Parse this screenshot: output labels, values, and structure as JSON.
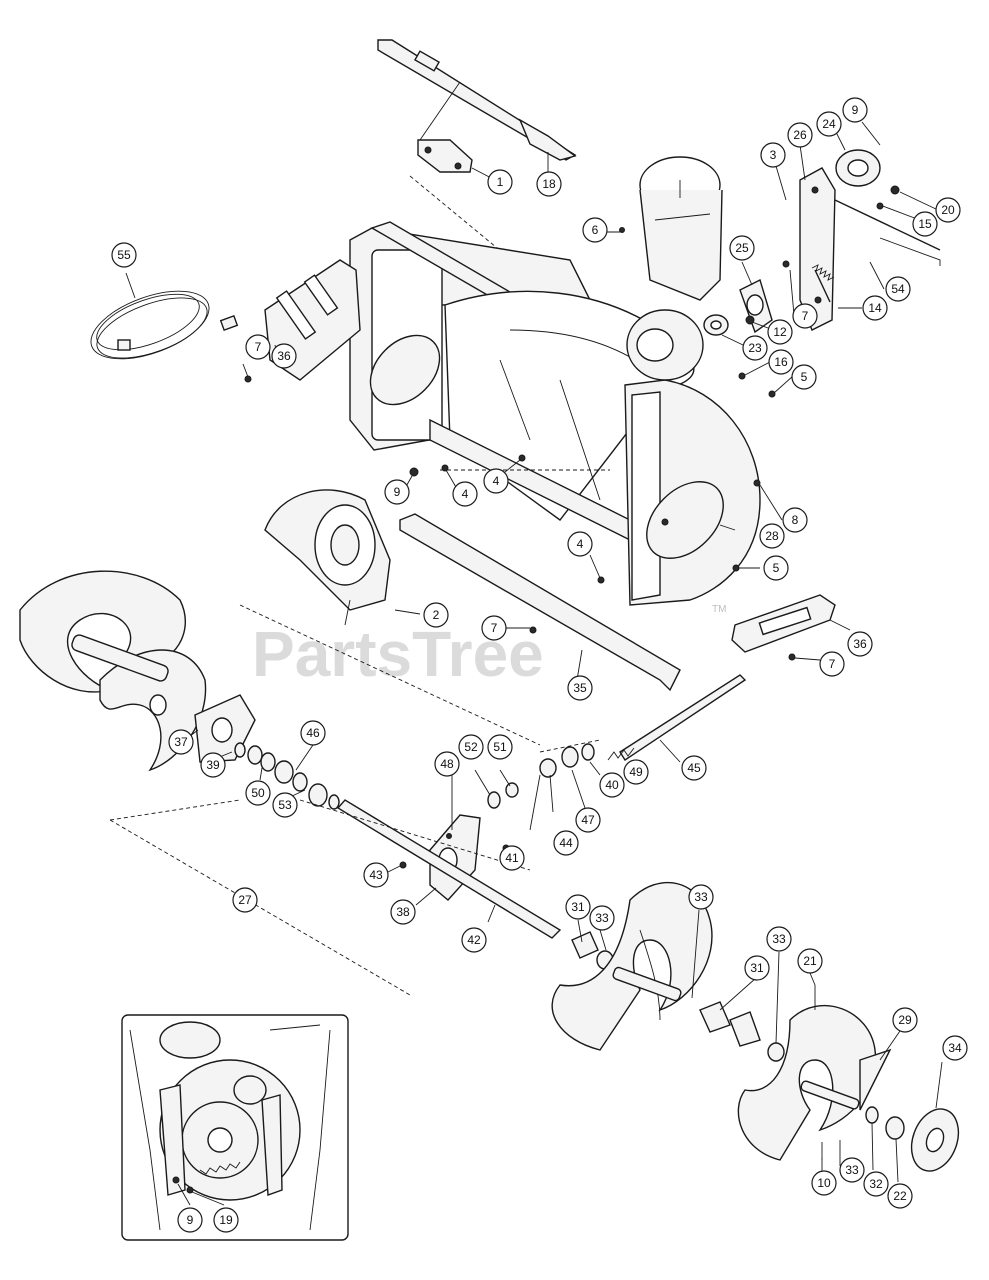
{
  "watermark": {
    "text": "PartsTree",
    "trademark": "TM"
  },
  "callouts": [
    "1",
    "2",
    "3",
    "4",
    "4",
    "4",
    "5",
    "5",
    "5",
    "6",
    "7",
    "7",
    "7",
    "7",
    "7",
    "8",
    "9",
    "9",
    "9",
    "10",
    "12",
    "14",
    "15",
    "16",
    "18",
    "19",
    "20",
    "21",
    "22",
    "23",
    "24",
    "25",
    "26",
    "27",
    "28",
    "29",
    "31",
    "31",
    "32",
    "33",
    "33",
    "33",
    "33",
    "34",
    "35",
    "36",
    "36",
    "37",
    "38",
    "39",
    "40",
    "41",
    "42",
    "43",
    "44",
    "45",
    "46",
    "47",
    "48",
    "49",
    "50",
    "51",
    "52",
    "53",
    "54",
    "55"
  ]
}
